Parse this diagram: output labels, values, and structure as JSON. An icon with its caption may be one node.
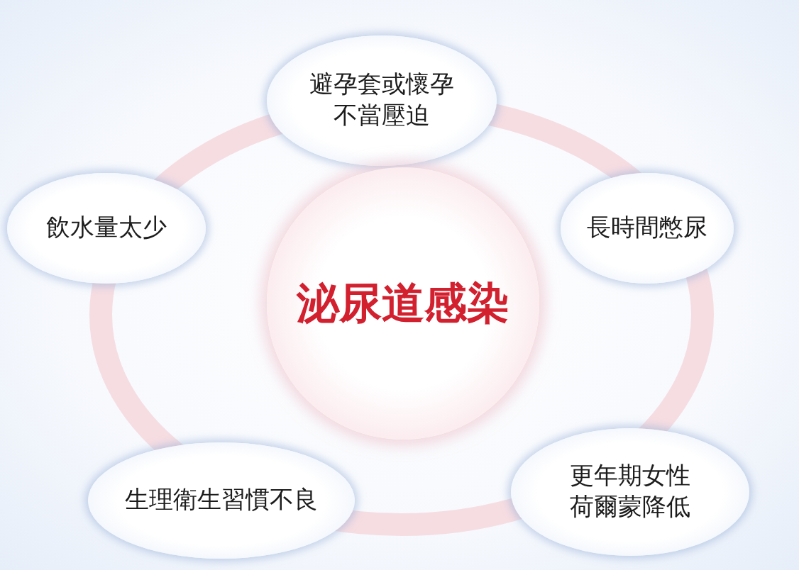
{
  "diagram": {
    "nodes": [
      {
        "text": [
          "避孕套或懷孕不當壓迫"
        ]
      },
      {
        "text": [
          "飲水量太少"
        ]
      },
      {
        "text": [
          "長時間憋尿"
        ]
      },
      {
        "text": [
          "泌尿道感染"
        ]
      },
      {
        "text": [
          "生理衛生習慣不良"
        ]
      },
      {
        "text": [
          "更年期女性荷爾蒙降低"
        ]
      }
    ]
  }
}
